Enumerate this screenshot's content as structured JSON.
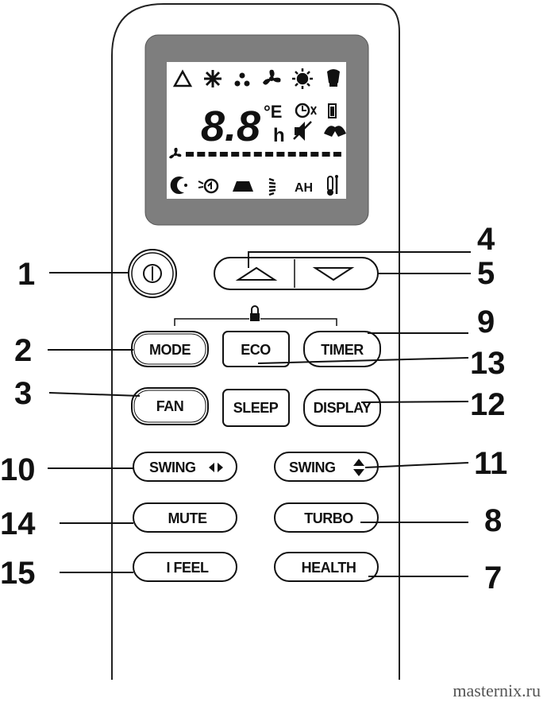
{
  "callouts": {
    "n1": "1",
    "n2": "2",
    "n3": "3",
    "n4": "4",
    "n5": "5",
    "n7": "7",
    "n8": "8",
    "n9": "9",
    "n10": "10",
    "n11": "11",
    "n12": "12",
    "n13": "13",
    "n14": "14",
    "n15": "15"
  },
  "buttons": {
    "mode": "MODE",
    "eco": "ECO",
    "timer": "TIMER",
    "fan": "FAN",
    "sleep": "SLEEP",
    "display": "DISPLAY",
    "swing_h": "SWING",
    "swing_v": "SWING",
    "mute": "MUTE",
    "turbo": "TURBO",
    "ifeel": "I FEEL",
    "health": "HEALTH"
  },
  "lcd": {
    "digits": "8.8",
    "unit_temp": "°E",
    "unit_hour": "h",
    "ah": "AH"
  },
  "watermark": "masternix.ru",
  "colors": {
    "lcd_bg": "#7e7e7e",
    "lcd_panel": "#ffffff",
    "ink": "#111111"
  }
}
